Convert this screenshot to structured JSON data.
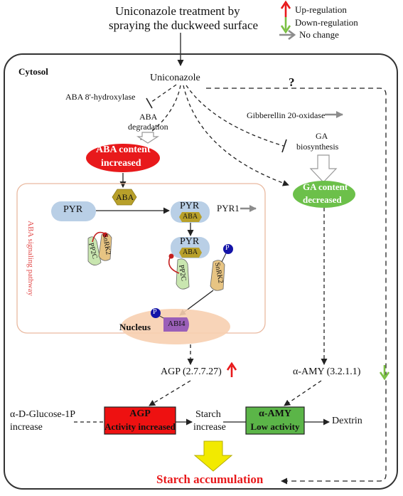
{
  "header": {
    "treatment_line1": "Uniconazole treatment by",
    "treatment_line2": "spraying the duckweed surface"
  },
  "legend": {
    "up_label": "Up-regulation",
    "down_label": "Down-regulation",
    "nochange_label": "No change",
    "up_color": "#e8191b",
    "down_color": "#7bc043",
    "nochange_color": "#8c8c8c"
  },
  "cell": {
    "cytosol_label": "Cytosol",
    "question_mark": "?",
    "uniconazole": "Uniconazole",
    "aba_hydroxylase": "ABA 8'-hydroxylase",
    "aba_degradation_line1": "ABA",
    "aba_degradation_line2": "degradation",
    "gibberellin_oxidase": "Gibberellin 20-oxidase",
    "ga_biosynthesis_line1": "GA",
    "ga_biosynthesis_line2": "biosynthesis",
    "aba_content_line1": "ABA content",
    "aba_content_line2": "increased",
    "ga_content_line1": "GA content",
    "ga_content_line2": "decreased"
  },
  "aba_pathway": {
    "title": "ABA signaling pathway",
    "aba": "ABA",
    "pyr": "PYR",
    "pyr1": "PYR1",
    "pp2c": "PP2C",
    "snrk2": "SnRK2",
    "phospho": "P",
    "nucleus": "Nucleus",
    "abi4": "ABI4"
  },
  "enzymes": {
    "agp": "AGP (2.7.7.27)",
    "alpha_amy": "α-AMY (3.2.1.1)",
    "glucose_line1": "α-D-Glucose-1P",
    "glucose_line2": "increase",
    "agp_box_line1": "AGP",
    "agp_box_line2": "Activity increased",
    "starch_line1": "Starch",
    "starch_line2": "increase",
    "amy_box_line1": "α-AMY",
    "amy_box_line2": "Low activity",
    "dextrin": "Dextrin",
    "starch_accumulation": "Starch accumulation"
  },
  "colors": {
    "aba_red": "#e8191b",
    "ga_green": "#6cc04a",
    "agp_box": "#ee1111",
    "amy_box": "#5bb548",
    "aba_hex": "#b8a02a",
    "pyr_blue": "#b9cfe6",
    "pp2c_green": "#c9e6b0",
    "snrk2_tan": "#e7c483",
    "phospho_blue": "#1414a8",
    "abi4_purple": "#9a5fb8",
    "nucleus_peach": "#f7cfb0",
    "pathway_border": "#e9b9a0",
    "yellow_arrow": "#f2ea00"
  }
}
